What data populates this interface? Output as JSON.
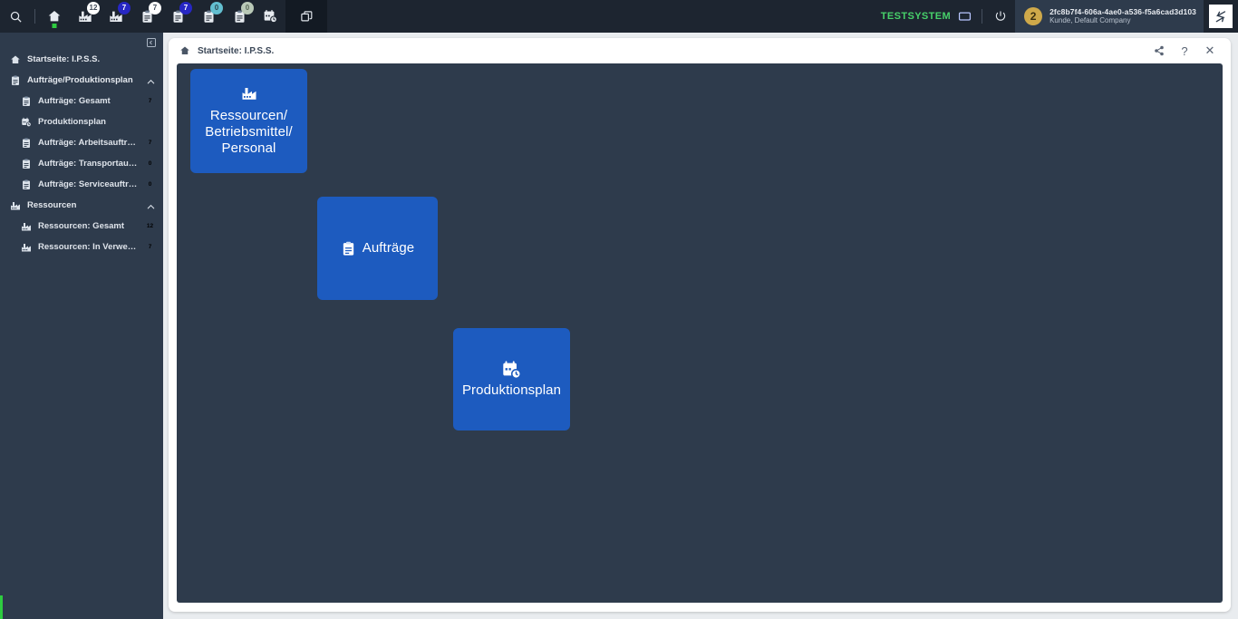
{
  "topbar": {
    "search_icon_label": "Suche",
    "home_icon_label": "Startseite",
    "items": [
      {
        "name": "search",
        "icon": "search-icon",
        "badge": null,
        "badge_style": "none"
      },
      {
        "name": "home",
        "icon": "home-icon",
        "badge": null,
        "badge_style": "none"
      },
      {
        "name": "resources-all",
        "icon": "factory-icon",
        "badge": "12",
        "badge_style": "white"
      },
      {
        "name": "resources-use",
        "icon": "factory-icon",
        "badge": "7",
        "badge_style": "blue"
      },
      {
        "name": "orders-all",
        "icon": "clipboard-icon",
        "badge": "7",
        "badge_style": "white"
      },
      {
        "name": "work-orders",
        "icon": "clipboard-icon",
        "badge": "7",
        "badge_style": "blue"
      },
      {
        "name": "transport",
        "icon": "clipboard-icon",
        "badge": "0",
        "badge_style": "teal"
      },
      {
        "name": "service",
        "icon": "clipboard-icon",
        "badge": "0",
        "badge_style": "sage"
      },
      {
        "name": "plan",
        "icon": "calendar-clock-icon",
        "badge": null,
        "badge_style": "none"
      }
    ],
    "window_group_label": "Fenster",
    "testsystem_label": "TESTSYSTEM",
    "monitor_icon_label": "Bildschirm",
    "power_icon_label": "Abmelden",
    "user": {
      "initial": "2",
      "id": "2fc8b7f4-606a-4ae0-a536-f5a6cad3d103",
      "subtitle": "Kunde, Default Company"
    },
    "logo_label": "Logo"
  },
  "sidebar": {
    "collapse_label": "Seitenleiste einklappen",
    "items": [
      {
        "label": "Startseite: I.P.S.S.",
        "icon": "home-icon",
        "level": 0,
        "badge": null,
        "badge_style": "none",
        "chevron": null
      },
      {
        "label": "Aufträge/Produktionsplan",
        "icon": "clipboard-icon",
        "level": 0,
        "badge": null,
        "badge_style": "none",
        "chevron": "up"
      },
      {
        "label": "Aufträge: Gesamt",
        "icon": "clipboard-icon",
        "level": 1,
        "badge": "7",
        "badge_style": "white",
        "chevron": null
      },
      {
        "label": "Produktionsplan",
        "icon": "calendar-clock-icon",
        "level": 1,
        "badge": null,
        "badge_style": "none",
        "chevron": null
      },
      {
        "label": "Aufträge: Arbeitsaufträ...",
        "icon": "clipboard-icon",
        "level": 1,
        "badge": "7",
        "badge_style": "blue",
        "chevron": null
      },
      {
        "label": "Aufträge: Transportauft...",
        "icon": "clipboard-icon",
        "level": 1,
        "badge": "0",
        "badge_style": "teal",
        "chevron": null
      },
      {
        "label": "Aufträge: Serviceaufträ...",
        "icon": "clipboard-icon",
        "level": 1,
        "badge": "0",
        "badge_style": "sage",
        "chevron": null
      },
      {
        "label": "Ressourcen",
        "icon": "factory-icon",
        "level": 0,
        "badge": null,
        "badge_style": "none",
        "chevron": "up"
      },
      {
        "label": "Ressourcen: Gesamt",
        "icon": "factory-icon",
        "level": 1,
        "badge": "12",
        "badge_style": "white",
        "chevron": null
      },
      {
        "label": "Ressourcen: In Verwen...",
        "icon": "factory-icon",
        "level": 1,
        "badge": "7",
        "badge_style": "blue",
        "chevron": null
      }
    ]
  },
  "card": {
    "title": "Startseite: I.P.S.S.",
    "title_icon": "home-icon",
    "actions": [
      {
        "name": "share",
        "icon": "share-icon",
        "label": ""
      },
      {
        "name": "help",
        "icon": "help-icon",
        "label": "?"
      },
      {
        "name": "close",
        "icon": "close-icon",
        "label": "✕"
      }
    ]
  },
  "tiles": [
    {
      "id": "tile-ressourcen",
      "label": "Ressourcen/\nBetriebsmittel/\nPersonal",
      "icon": "factory-icon",
      "color": "#1d5bbf"
    },
    {
      "id": "tile-auftraege",
      "label": "Aufträge",
      "icon": "clipboard-icon",
      "color": "#1d5bbf"
    },
    {
      "id": "tile-produktionsplan",
      "label": "Produktionsplan",
      "icon": "calendar-clock-icon",
      "color": "#1d5bbf"
    }
  ],
  "colors": {
    "topbar_bg": "#1d2530",
    "sidebar_bg": "#2e3b4c",
    "canvas_bg": "#2e3b4c",
    "tile_blue": "#1d5bbf",
    "accent_green": "#2ecc40",
    "testsystem_green": "#47d16a",
    "badge_blue": "#2727c4",
    "badge_teal": "#63bfd0",
    "badge_sage": "#b9c9b7",
    "avatar_gold": "#cfa94a"
  }
}
